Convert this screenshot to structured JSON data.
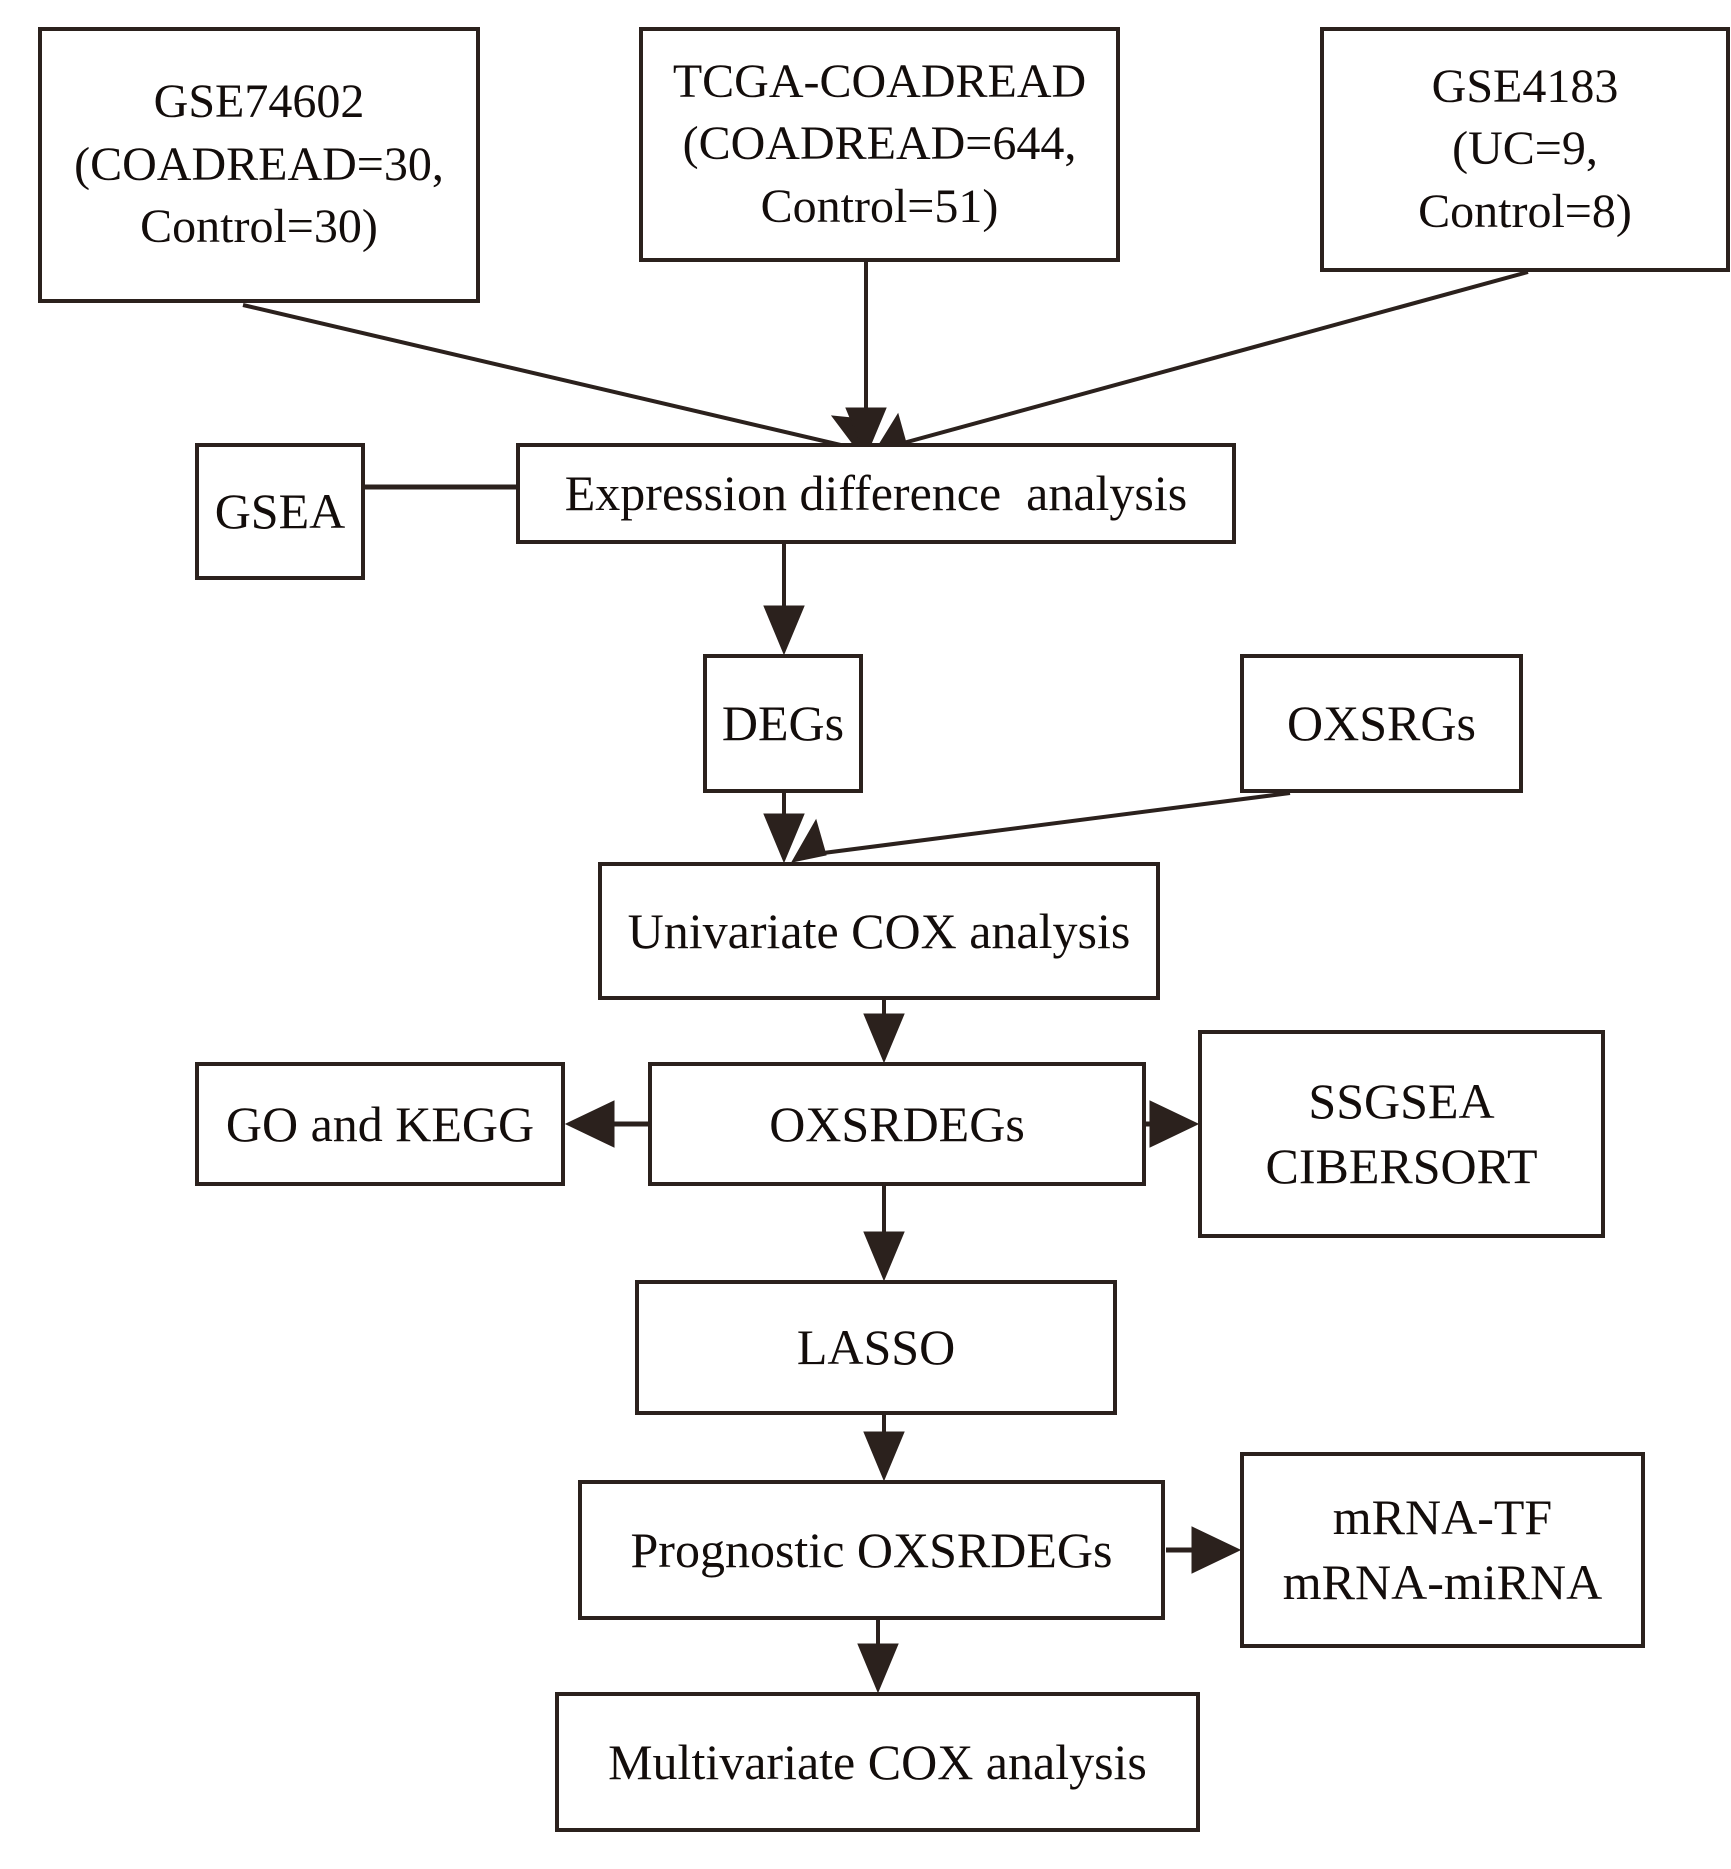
{
  "diagram": {
    "title": "Study workflow flowchart",
    "stroke_color": "#2b211d",
    "text_color": "#130d0b",
    "background": "#ffffff"
  },
  "nodes": {
    "gse74602": {
      "name": "gse74602-dataset-box",
      "lines": [
        "GSE74602",
        "(COADREAD=30,",
        "Control=30)"
      ]
    },
    "tcga_coadread": {
      "name": "tcga-coadread-dataset-box",
      "lines": [
        "TCGA-COADREAD",
        "(COADREAD=644,",
        "Control=51)"
      ]
    },
    "gse4183": {
      "name": "gse4183-dataset-box",
      "lines": [
        "GSE4183",
        "(UC=9,",
        "Control=8)"
      ]
    },
    "gsea": {
      "name": "gsea-box",
      "lines": [
        "GSEA"
      ]
    },
    "expression_difference": {
      "name": "expression-difference-analysis-box",
      "lines": [
        "Expression difference  analysis"
      ]
    },
    "degs": {
      "name": "degs-box",
      "lines": [
        "DEGs"
      ]
    },
    "oxsrgs": {
      "name": "oxsrgs-box",
      "lines": [
        "OXSRGs"
      ]
    },
    "univariate_cox": {
      "name": "univariate-cox-analysis-box",
      "lines": [
        "Univariate COX analysis"
      ]
    },
    "go_kegg": {
      "name": "go-and-kegg-box",
      "lines": [
        "GO and KEGG"
      ]
    },
    "oxsrdegs": {
      "name": "oxsrdegs-box",
      "lines": [
        "OXSRDEGs"
      ]
    },
    "ssgsea_cibersort": {
      "name": "ssgsea-cibersort-box",
      "lines": [
        "SSGSEA",
        "CIBERSORT"
      ]
    },
    "lasso": {
      "name": "lasso-box",
      "lines": [
        "LASSO"
      ]
    },
    "prognostic_oxsrdegs": {
      "name": "prognostic-oxsrdegs-box",
      "lines": [
        "Prognostic OXSRDEGs"
      ]
    },
    "mrna_networks": {
      "name": "mrna-network-box",
      "lines": [
        "mRNA-TF",
        "mRNA-miRNA"
      ]
    },
    "multivariate_cox": {
      "name": "multivariate-cox-analysis-box",
      "lines": [
        "Multivariate COX analysis"
      ]
    }
  },
  "edges": [
    {
      "name": "edge-gse74602-to-expression-difference",
      "from": "gse74602",
      "to": "expression_difference"
    },
    {
      "name": "edge-tcga-to-expression-difference",
      "from": "tcga_coadread",
      "to": "expression_difference"
    },
    {
      "name": "edge-gse4183-to-expression-difference",
      "from": "gse4183",
      "to": "expression_difference"
    },
    {
      "name": "edge-expression-difference-to-gsea",
      "from": "expression_difference",
      "to": "gsea"
    },
    {
      "name": "edge-expression-difference-to-degs",
      "from": "expression_difference",
      "to": "degs"
    },
    {
      "name": "edge-degs-to-univariate-cox",
      "from": "degs",
      "to": "univariate_cox"
    },
    {
      "name": "edge-oxsrgs-to-univariate-cox",
      "from": "oxsrgs",
      "to": "univariate_cox"
    },
    {
      "name": "edge-univariate-cox-to-oxsrdegs",
      "from": "univariate_cox",
      "to": "oxsrdegs"
    },
    {
      "name": "edge-oxsrdegs-to-go-kegg",
      "from": "oxsrdegs",
      "to": "go_kegg"
    },
    {
      "name": "edge-oxsrdegs-to-ssgsea-cibersort",
      "from": "oxsrdegs",
      "to": "ssgsea_cibersort"
    },
    {
      "name": "edge-oxsrdegs-to-lasso",
      "from": "oxsrdegs",
      "to": "lasso"
    },
    {
      "name": "edge-lasso-to-prognostic-oxsrdegs",
      "from": "lasso",
      "to": "prognostic_oxsrdegs"
    },
    {
      "name": "edge-prognostic-oxsrdegs-to-mrna-networks",
      "from": "prognostic_oxsrdegs",
      "to": "mrna_networks"
    },
    {
      "name": "edge-prognostic-oxsrdegs-to-multivariate-cox",
      "from": "prognostic_oxsrdegs",
      "to": "multivariate_cox"
    }
  ]
}
